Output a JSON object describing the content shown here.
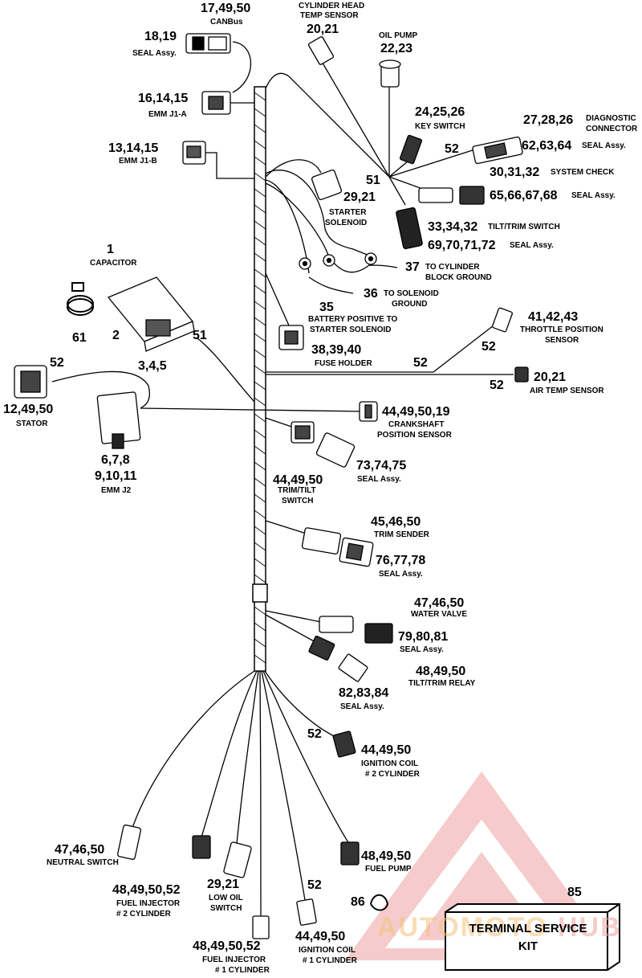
{
  "labels": {
    "canbus_num": "17,49,50",
    "canbus_cap": "CANBus",
    "seal1_num": "18,19",
    "seal1_cap": "SEAL Assy.",
    "cht_cap1": "CYLINDER HEAD",
    "cht_cap2": "TEMP SENSOR",
    "cht_num": "20,21",
    "oilpump_cap": "OIL PUMP",
    "oilpump_num": "22,23",
    "emmj1a_num": "16,14,15",
    "emmj1a_cap": "EMM J1-A",
    "emmj1b_num": "13,14,15",
    "emmj1b_cap": "EMM J1-B",
    "key_num": "24,25,26",
    "key_cap": "KEY SWITCH",
    "diag_num": "27,28,26",
    "diag_cap1": "DIAGNOSTIC",
    "diag_cap2": "CONNECTOR",
    "n52_diag": "52",
    "diagseal_num": "62,63,64",
    "diagseal_cap": "SEAL Assy.",
    "n51_top": "51",
    "sys_num": "30,31,32",
    "sys_cap": "SYSTEM CHECK",
    "sysseal_num": "65,66,67,68",
    "sysseal_cap": "SEAL Assy.",
    "starter_num": "29,21",
    "starter_cap1": "STARTER",
    "starter_cap2": "SOLENOID",
    "tilt_num": "33,34,32",
    "tilt_cap": "TILT/TRIM SWITCH",
    "tiltseal_num": "69,70,71,72",
    "tiltseal_cap": "SEAL Assy.",
    "capacitor_num": "1",
    "capacitor_cap": "CAPACITOR",
    "block_num": "37",
    "block_cap1": "TO CYLINDER",
    "block_cap2": "BLOCK GROUND",
    "solgnd_num": "36",
    "solgnd_cap1": "TO SOLENOID",
    "solgnd_cap2": "GROUND",
    "n61": "61",
    "n2": "2",
    "bat_num": "35",
    "bat_cap1": "BATTERY POSITIVE TO",
    "bat_cap2": "STARTER SOLENOID",
    "n51_mid": "51",
    "tps_num": "41,42,43",
    "tps_cap1": "THROTTLE POSITION",
    "tps_cap2": "SENSOR",
    "n52_tps": "52",
    "fuse_num": "38,39,40",
    "fuse_cap": "FUSE HOLDER",
    "n345": "3,4,5",
    "n52_stator": "52",
    "n52_mid": "52",
    "n52_air": "52",
    "air_num": "20,21",
    "air_cap": "AIR TEMP SENSOR",
    "stator_num": "12,49,50",
    "stator_cap": "STATOR",
    "crank_num": "44,49,50,19",
    "crank_cap1": "CRANKSHAFT",
    "crank_cap2": "POSITION SENSOR",
    "emmj2_num1": "6,7,8",
    "emmj2_num2": "9,10,11",
    "emmj2_cap": "EMM J2",
    "ttsw_num": "44,49,50",
    "ttsw_cap1": "TRIM/TILT",
    "ttsw_cap2": "SWITCH",
    "seal73_num": "73,74,75",
    "seal73_cap": "SEAL Assy.",
    "trimsend_num": "45,46,50",
    "trimsend_cap": "TRIM SENDER",
    "seal76_num": "76,77,78",
    "seal76_cap": "SEAL Assy.",
    "water_num": "47,46,50",
    "water_cap": "WATER VALVE",
    "seal79_num": "79,80,81",
    "seal79_cap": "SEAL Assy.",
    "relay_num": "48,49,50",
    "relay_cap": "TILT/TRIM RELAY",
    "seal82_num": "82,83,84",
    "seal82_cap": "SEAL Assy.",
    "n52_coil2": "52",
    "coil2_num": "44,49,50",
    "coil2_cap1": "IGNITION COIL",
    "coil2_cap2": "# 2 CYLINDER",
    "neutral_num": "47,46,50",
    "neutral_cap": "NEUTRAL SWITCH",
    "fuelpump_num": "48,49,50",
    "fuelpump_cap": "FUEL PUMP",
    "inj2_num": "48,49,50,52",
    "inj2_cap1": "FUEL INJECTOR",
    "inj2_cap2": "# 2 CYLINDER",
    "lowoil_num": "29,21",
    "lowoil_cap1": "LOW OIL",
    "lowoil_cap2": "SWITCH",
    "n52_coil1": "52",
    "n86": "86",
    "n85": "85",
    "inj1_num": "48,49,50,52",
    "inj1_cap1": "FUEL INJECTOR",
    "inj1_cap2": "# 1 CYLINDER",
    "coil1_num": "44,49,50",
    "coil1_cap1": "IGNITION COIL",
    "coil1_cap2": "# 1 CYLINDER",
    "kit_line1": "TERMINAL SERVICE",
    "kit_line2": "KIT"
  },
  "watermark": {
    "text_left": "AUTOMOTO",
    "text_right": "HUB",
    "color": "#f0a1a1",
    "text_color": "#f3c27a"
  },
  "colors": {
    "ink": "#000000",
    "background": "#ffffff"
  }
}
